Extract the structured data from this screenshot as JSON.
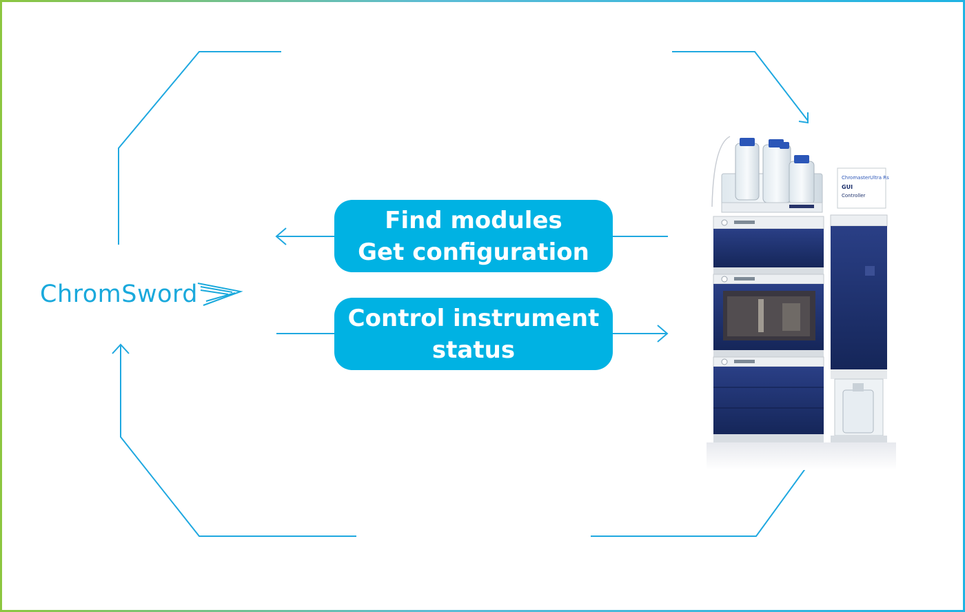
{
  "colors": {
    "accent": "#00b2e3",
    "line": "#1fa8e0",
    "frame_left": "#8cc63f",
    "frame_right": "#1fb3e3",
    "instrument_blue": "#1b2f6b"
  },
  "logo": {
    "text": "ChromSword",
    "icon": "sword-wing-icon"
  },
  "boxes": {
    "find": {
      "line1": "Find modules",
      "line2": "Get configuration"
    },
    "control": {
      "line1": "Control instrument",
      "line2": "status"
    }
  },
  "instrument": {
    "icon": "hplc-instrument-icon",
    "display_brand": "ChromasterUltra Rs",
    "display_line1": "GUI",
    "display_line2": "Controller"
  },
  "arrows": {
    "find": "arrow-left-icon",
    "control": "arrow-right-icon"
  }
}
